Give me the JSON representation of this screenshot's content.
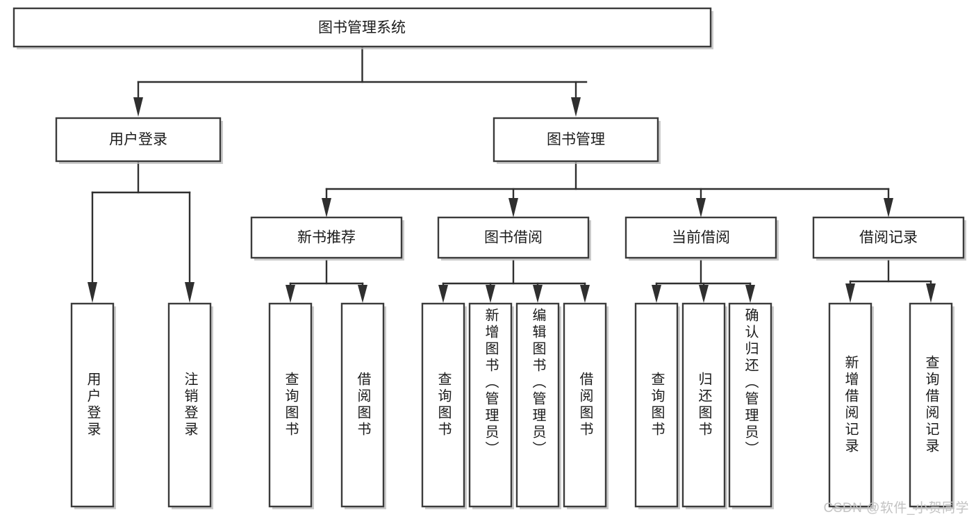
{
  "diagram": {
    "type": "hierarchy-tree",
    "title_node": {
      "label": "图书管理系统"
    },
    "level2": [
      {
        "id": "user-login",
        "label": "用户登录"
      },
      {
        "id": "book-manage",
        "label": "图书管理"
      }
    ],
    "level3": [
      {
        "id": "new-book-recommend",
        "label": "新书推荐",
        "parent": "book-manage"
      },
      {
        "id": "book-borrow",
        "label": "图书借阅",
        "parent": "book-manage"
      },
      {
        "id": "current-borrow",
        "label": "当前借阅",
        "parent": "book-manage"
      },
      {
        "id": "borrow-record",
        "label": "借阅记录",
        "parent": "book-manage"
      }
    ],
    "leaves": [
      {
        "id": "leaf-user-login",
        "label": "用户登录",
        "parent": "user-login"
      },
      {
        "id": "leaf-logout-login",
        "label": "注销登录",
        "parent": "user-login"
      },
      {
        "id": "leaf-query-book-1",
        "label": "查询图书",
        "parent": "new-book-recommend"
      },
      {
        "id": "leaf-borrow-book-1",
        "label": "借阅图书",
        "parent": "new-book-recommend"
      },
      {
        "id": "leaf-query-book-2",
        "label": "查询图书",
        "parent": "book-borrow"
      },
      {
        "id": "leaf-add-book",
        "label": "新增图书（管理员）",
        "parent": "book-borrow"
      },
      {
        "id": "leaf-edit-book",
        "label": "编辑图书（管理员）",
        "parent": "book-borrow"
      },
      {
        "id": "leaf-borrow-book-2",
        "label": "借阅图书",
        "parent": "book-borrow"
      },
      {
        "id": "leaf-query-book-3",
        "label": "查询图书",
        "parent": "current-borrow"
      },
      {
        "id": "leaf-return-book",
        "label": "归还图书",
        "parent": "current-borrow"
      },
      {
        "id": "leaf-confirm-return",
        "label": "确认归还（管理员）",
        "parent": "current-borrow"
      },
      {
        "id": "leaf-add-record",
        "label": "新增借阅记录",
        "parent": "borrow-record"
      },
      {
        "id": "leaf-query-record",
        "label": "查询借阅记录",
        "parent": "borrow-record"
      }
    ]
  },
  "watermark": {
    "text": "CSDN @软件_小贺同学"
  },
  "colors": {
    "box_stroke": "#3b3b3b",
    "edge": "#2f2f2f",
    "text": "#1b1b1b",
    "background": "#ffffff",
    "watermark": "#c3c3c3"
  }
}
